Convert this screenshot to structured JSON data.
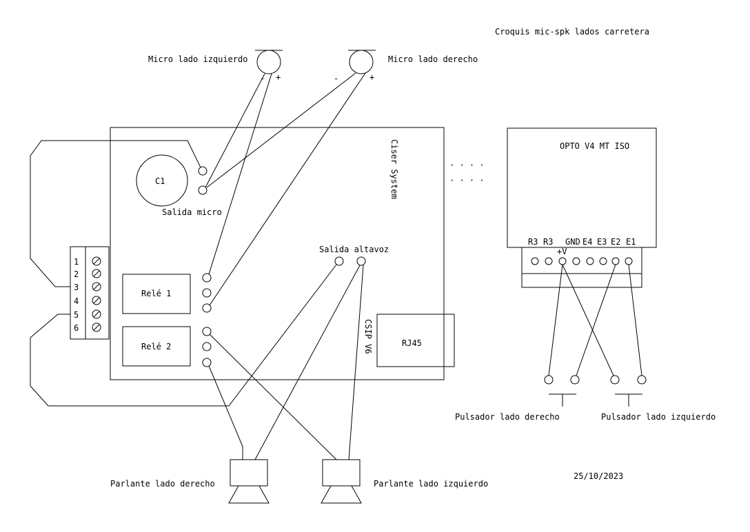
{
  "title": "Croquis mic-spk lados carretera",
  "date": "25/10/2023",
  "mics": {
    "left": {
      "label": "Micro lado izquierdo",
      "minus": "-",
      "plus": "+"
    },
    "right": {
      "label": "Micro lado derecho",
      "minus": "-",
      "plus": "+"
    }
  },
  "ciser": {
    "name": "Ciser System",
    "c1": "C1",
    "mic_out": "Salida micro",
    "spk_out": "Salida altavoz",
    "relay1": "Relé 1",
    "relay2": "Relé 2",
    "csip": "CSIP V6",
    "rj45": "RJ45"
  },
  "terminal_numbers": [
    "1",
    "2",
    "3",
    "4",
    "5",
    "6"
  ],
  "opto": {
    "name": "OPTO V4 MT ISO",
    "pins": [
      "R3",
      "R3",
      "GND",
      "E4",
      "E3",
      "E2",
      "E1"
    ],
    "vplus": "+V"
  },
  "buttons": {
    "right": "Pulsador lado derecho",
    "left": "Pulsador lado izquierdo"
  },
  "speakers": {
    "right": "Parlante lado derecho",
    "left": "Parlante lado izquierdo"
  },
  "connector_dots": "· · · ·"
}
